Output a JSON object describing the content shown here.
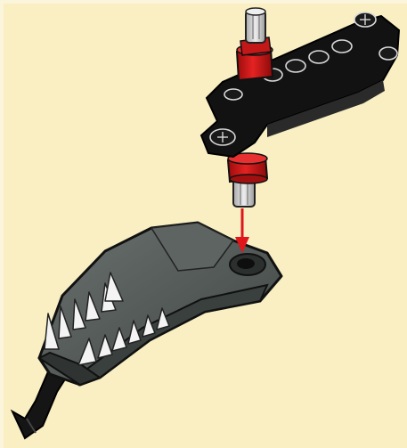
{
  "illustration": {
    "kind": "building-instruction-step",
    "parts": [
      "black-beam-with-holes",
      "red-bushing",
      "grey-axle",
      "dark-grey-jaw-piece",
      "white-teeth"
    ],
    "colors": {
      "background": "#f9efc3",
      "beam": "#111111",
      "bushing": "#d21a1a",
      "axle": "#c9c9c9",
      "jaw": "#4f5653",
      "teeth": "#f4f4f4",
      "arrow": "#e0161b"
    }
  }
}
